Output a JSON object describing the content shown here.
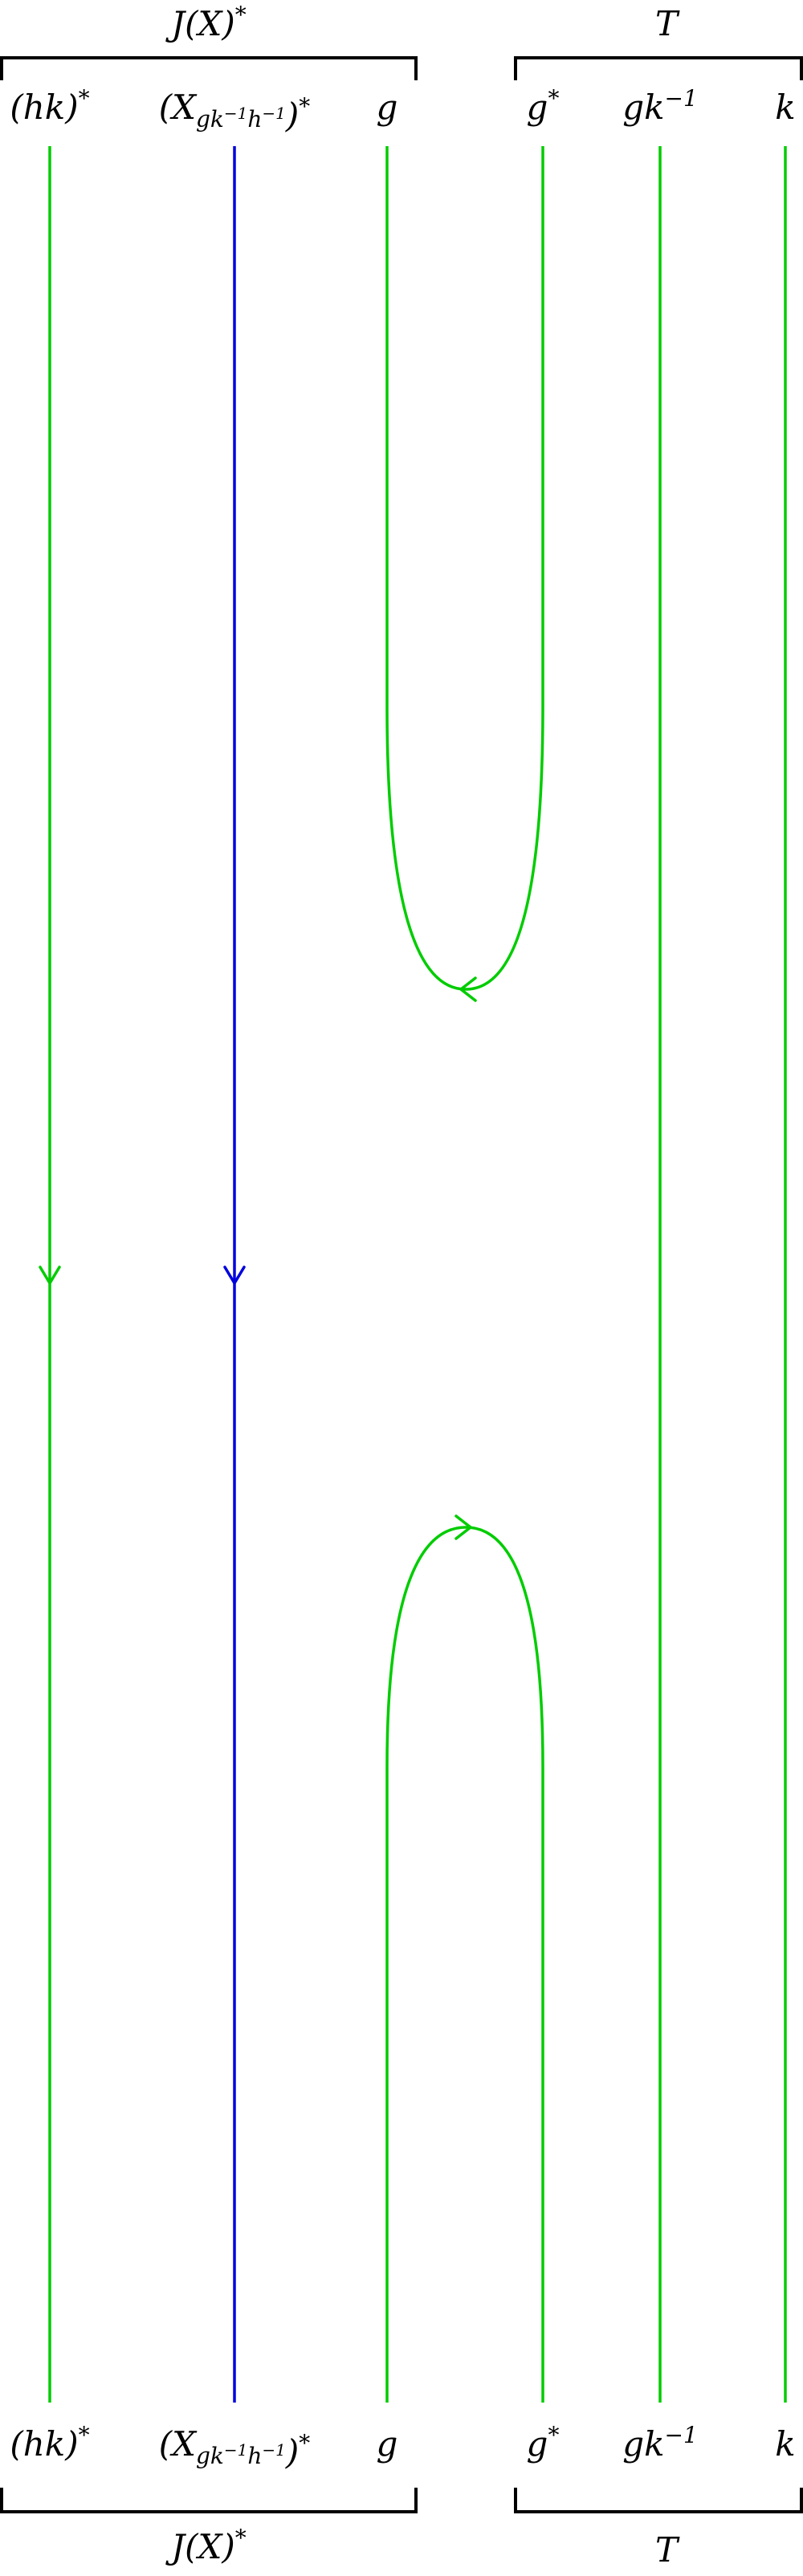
{
  "diagram": {
    "top": {
      "group_left_label": "J(X)*",
      "group_right_label": "T",
      "labels": [
        "(hk)*",
        "(X_{gk^{-1}h^{-1}})*",
        "g",
        "g*",
        "gk^{-1}",
        "k"
      ]
    },
    "bottom": {
      "group_left_label": "J(X)*",
      "group_right_label": "T",
      "labels": [
        "(hk)*",
        "(X_{gk^{-1}h^{-1}})*",
        "g",
        "g*",
        "gk^{-1}",
        "k"
      ]
    },
    "colors": {
      "green_strand": "#00cc00",
      "blue_strand": "#0000dd",
      "bracket": "#000000"
    }
  }
}
